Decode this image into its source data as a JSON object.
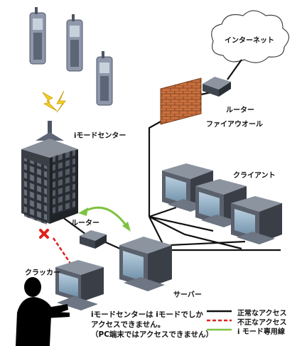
{
  "labels": {
    "internet": "インターネット",
    "router_top": "ルーター",
    "firewall": "ファイアウオール",
    "imode_center": "iモードセンター",
    "client": "クライアント",
    "router_mid": "ルーター",
    "server": "サーバー",
    "cracker": "クラッカー"
  },
  "note": {
    "line1": "iモードセンターは iモードでしか",
    "line2": "アクセスできません。",
    "line3": "（PC端末ではアクセスできません）"
  },
  "legend": {
    "items": [
      {
        "label": "正常なアクセス",
        "color": "#111111",
        "style": "solid"
      },
      {
        "label": "不正なアクセス",
        "color": "#e0201c",
        "style": "dashed"
      },
      {
        "label": "i モード専用線",
        "color": "#7ec242",
        "style": "solid"
      }
    ]
  },
  "colors": {
    "phone_body": "#8f98aa",
    "brick": "#c96a3a",
    "monitor": "#6e7683",
    "screen": "#9fb8cc",
    "x_mark": "#e0201c",
    "spark": "#f4d21f"
  }
}
